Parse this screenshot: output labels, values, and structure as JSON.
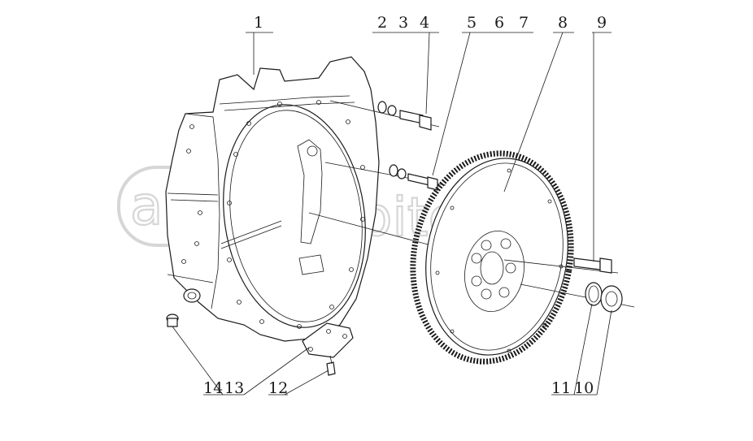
{
  "diagram": {
    "callouts": [
      "1",
      "2",
      "3",
      "4",
      "5",
      "6",
      "7",
      "8",
      "9",
      "10",
      "11",
      "12",
      "13",
      "14"
    ]
  },
  "watermark": {
    "text": "autopiter.ru",
    "logo": "a>"
  }
}
